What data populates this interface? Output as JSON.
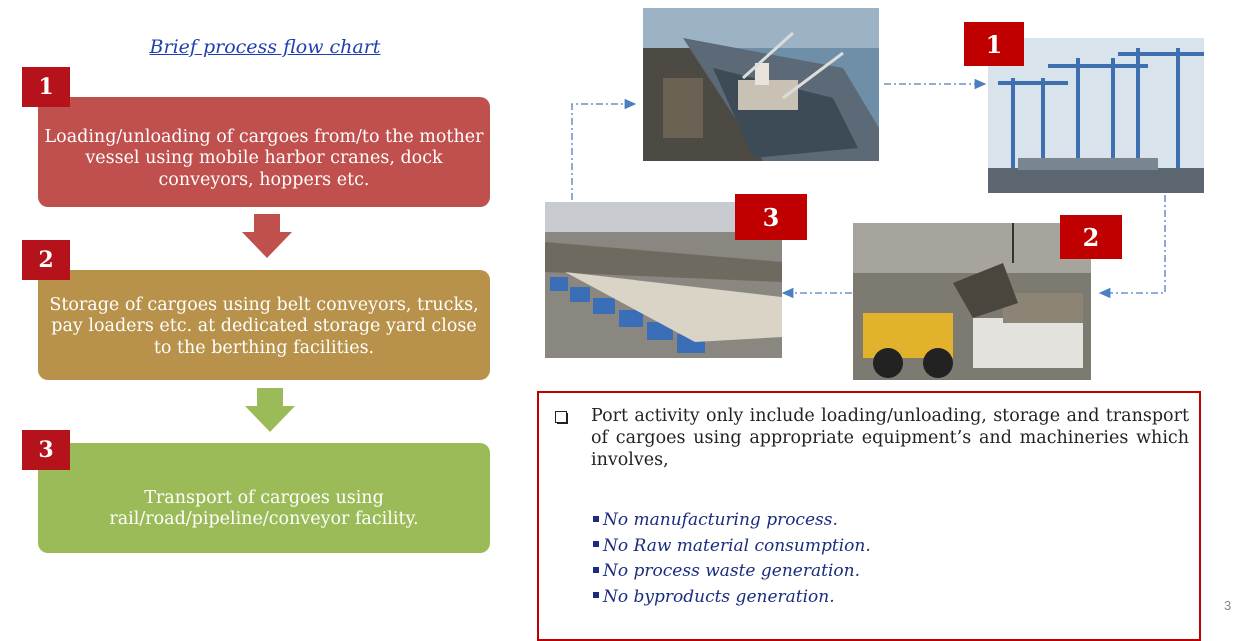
{
  "flow": {
    "title": "Brief process flow chart",
    "steps": [
      {
        "number": "1",
        "text": "Loading/unloading of cargoes from/to the mother vessel using mobile harbor cranes, dock conveyors, hoppers etc.",
        "color": "#c0504d"
      },
      {
        "number": "2",
        "text": "Storage of cargoes using belt conveyors, trucks, pay loaders etc. at dedicated storage yard close to the berthing facilities.",
        "color": "#b8924a"
      },
      {
        "number": "3",
        "text": "Transport of cargoes using rail/road/pipeline/conveyor facility.",
        "color": "#9bbb59"
      }
    ],
    "arrow_colors": [
      "#c0504d",
      "#9bbb59"
    ]
  },
  "photos": [
    {
      "label": "",
      "subject": "ship-unloading-photo"
    },
    {
      "label": "1",
      "subject": "gantry-cranes-photo"
    },
    {
      "label": "2",
      "subject": "payloader-truck-photo"
    },
    {
      "label": "3",
      "subject": "truck-fleet-photo"
    }
  ],
  "info": {
    "main_text": "Port activity only include loading/unloading, storage and transport of cargoes using appropriate equipment’s and machineries which involves,",
    "bullets": [
      "No manufacturing process.",
      "No Raw material consumption.",
      "No process waste generation.",
      "No byproducts generation."
    ]
  },
  "page_number": "3",
  "colors": {
    "badge": "#c00000",
    "connector": "#4a7fc1",
    "bullet_text": "#1a2c80",
    "title_link": "#1f3fb0"
  }
}
